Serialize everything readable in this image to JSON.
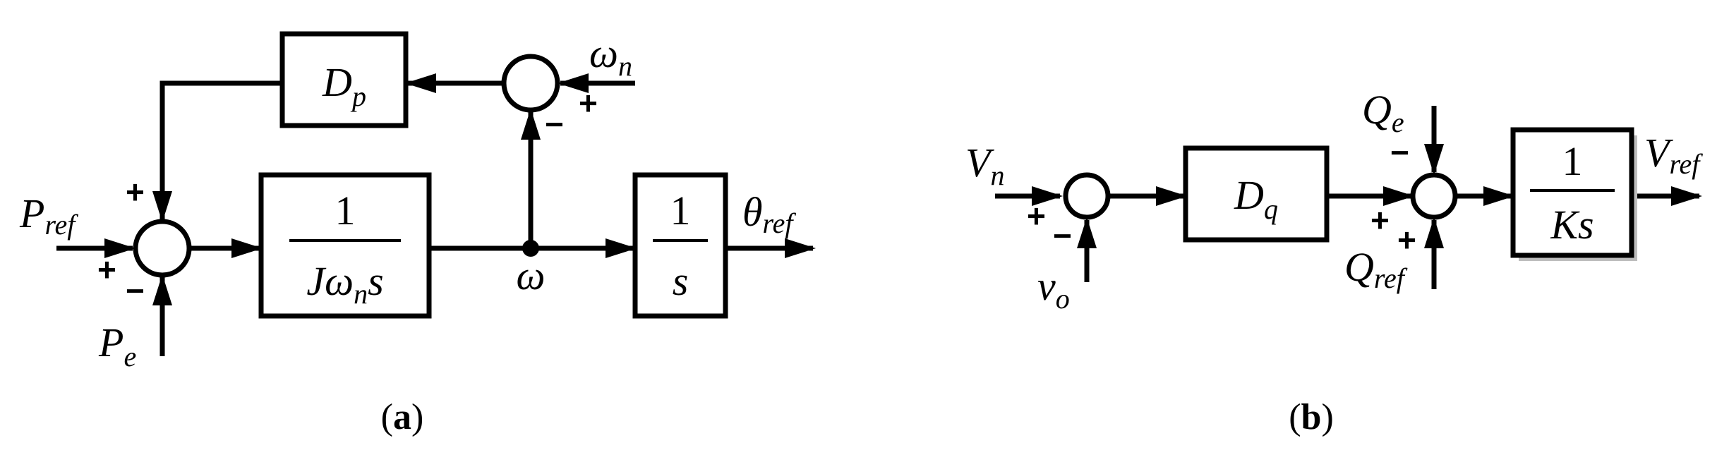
{
  "diagram_a": {
    "blocks": {
      "damping": {
        "main": "D",
        "sub": "p"
      },
      "inertia": {
        "numerator": "1",
        "den_a": "J",
        "den_b": "ω",
        "den_sub": "n",
        "den_c": "s"
      },
      "integrator": {
        "numerator": "1",
        "denominator": "s"
      }
    },
    "signals": {
      "p_ref": {
        "main": "P",
        "sub": "ref"
      },
      "p_e": {
        "main": "P",
        "sub": "e"
      },
      "omega_n": {
        "main": "ω",
        "sub": "n"
      },
      "omega": "ω",
      "theta_ref": {
        "main": "θ",
        "sub": "ref"
      }
    },
    "signs": {
      "sum1_top": "+",
      "sum1_left": "+",
      "sum1_bottom": "−",
      "sum2_right": "+",
      "sum2_bottom": "−"
    },
    "caption": {
      "open": "(",
      "letter": "a",
      "close": ")"
    }
  },
  "diagram_b": {
    "blocks": {
      "droop": {
        "main": "D",
        "sub": "q"
      },
      "integrator": {
        "numerator": "1",
        "denominator": "Ks"
      }
    },
    "signals": {
      "v_n": {
        "main": "V",
        "sub": "n"
      },
      "v_o": {
        "main": "v",
        "sub": "o"
      },
      "q_e": {
        "main": "Q",
        "sub": "e"
      },
      "q_ref": {
        "main": "Q",
        "sub": "ref"
      },
      "v_ref": {
        "main": "V",
        "sub": "ref"
      }
    },
    "signs": {
      "sum1_left": "+",
      "sum1_bottom": "−",
      "sum2_top": "−",
      "sum2_left": "+",
      "sum2_bottom": "+"
    },
    "caption": {
      "open": "(",
      "letter": "b",
      "close": ")"
    }
  }
}
